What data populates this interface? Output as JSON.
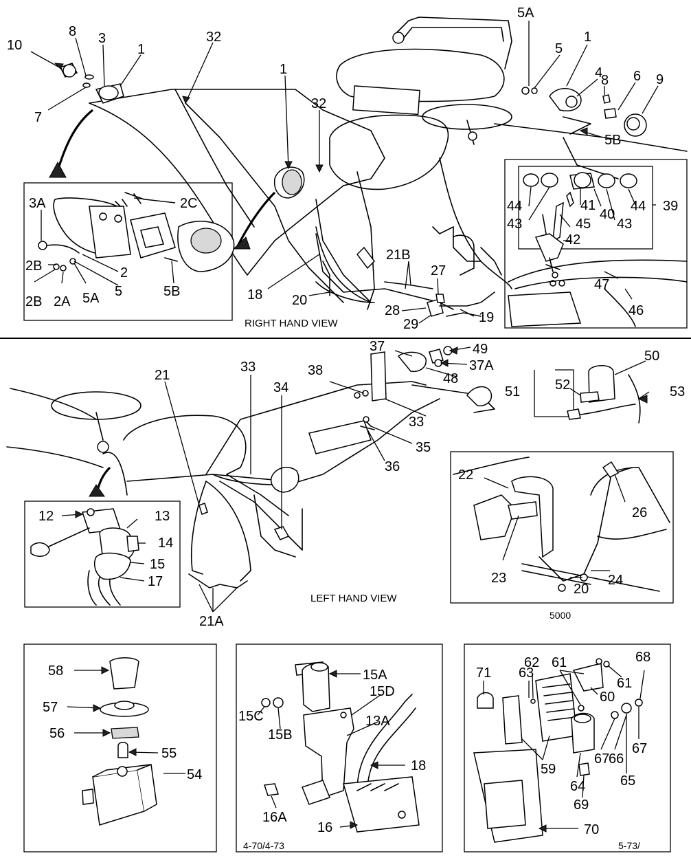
{
  "captions": {
    "right_hand_view": "RIGHT HAND VIEW",
    "left_hand_view": "LEFT HAND VIEW",
    "model_code": "5000",
    "date_box_16": "4-70/4-73",
    "date_box_70": "5-73/"
  },
  "callouts": [
    {
      "id": "c-10",
      "text": "10"
    },
    {
      "id": "c-8a",
      "text": "8"
    },
    {
      "id": "c-3",
      "text": "3"
    },
    {
      "id": "c-1a",
      "text": "1"
    },
    {
      "id": "c-32a",
      "text": "32"
    },
    {
      "id": "c-7",
      "text": "7"
    },
    {
      "id": "c-1b",
      "text": "1"
    },
    {
      "id": "c-32b",
      "text": "32"
    },
    {
      "id": "c-5a-top",
      "text": "5A"
    },
    {
      "id": "c-5-top",
      "text": "5"
    },
    {
      "id": "c-1c",
      "text": "1"
    },
    {
      "id": "c-4",
      "text": "4"
    },
    {
      "id": "c-8b",
      "text": "8"
    },
    {
      "id": "c-6",
      "text": "6"
    },
    {
      "id": "c-9",
      "text": "9"
    },
    {
      "id": "c-5b-top",
      "text": "5B"
    },
    {
      "id": "c-3a",
      "text": "3A"
    },
    {
      "id": "c-2c",
      "text": "2C"
    },
    {
      "id": "c-2b-1",
      "text": "2B"
    },
    {
      "id": "c-2",
      "text": "2"
    },
    {
      "id": "c-2b-2",
      "text": "2B"
    },
    {
      "id": "c-2a",
      "text": "2A"
    },
    {
      "id": "c-5a-inset",
      "text": "5A"
    },
    {
      "id": "c-5-inset",
      "text": "5"
    },
    {
      "id": "c-5b-inset",
      "text": "5B"
    },
    {
      "id": "c-18a",
      "text": "18"
    },
    {
      "id": "c-20a",
      "text": "20"
    },
    {
      "id": "c-21b",
      "text": "21B"
    },
    {
      "id": "c-27",
      "text": "27"
    },
    {
      "id": "c-28",
      "text": "28"
    },
    {
      "id": "c-29",
      "text": "29"
    },
    {
      "id": "c-19",
      "text": "19"
    },
    {
      "id": "c-44a",
      "text": "44"
    },
    {
      "id": "c-43a",
      "text": "43"
    },
    {
      "id": "c-41",
      "text": "41"
    },
    {
      "id": "c-45",
      "text": "45"
    },
    {
      "id": "c-40",
      "text": "40"
    },
    {
      "id": "c-43b",
      "text": "43"
    },
    {
      "id": "c-44b",
      "text": "44"
    },
    {
      "id": "c-39",
      "text": "39"
    },
    {
      "id": "c-42",
      "text": "42"
    },
    {
      "id": "c-47",
      "text": "47"
    },
    {
      "id": "c-46",
      "text": "46"
    },
    {
      "id": "c-37",
      "text": "37"
    },
    {
      "id": "c-49",
      "text": "49"
    },
    {
      "id": "c-37a",
      "text": "37A"
    },
    {
      "id": "c-48",
      "text": "48"
    },
    {
      "id": "c-38",
      "text": "38"
    },
    {
      "id": "c-21",
      "text": "21"
    },
    {
      "id": "c-33a",
      "text": "33"
    },
    {
      "id": "c-34",
      "text": "34"
    },
    {
      "id": "c-33b",
      "text": "33"
    },
    {
      "id": "c-35",
      "text": "35"
    },
    {
      "id": "c-36",
      "text": "36"
    },
    {
      "id": "c-50",
      "text": "50"
    },
    {
      "id": "c-51",
      "text": "51"
    },
    {
      "id": "c-52",
      "text": "52"
    },
    {
      "id": "c-53",
      "text": "53"
    },
    {
      "id": "c-22",
      "text": "22"
    },
    {
      "id": "c-26",
      "text": "26"
    },
    {
      "id": "c-23",
      "text": "23"
    },
    {
      "id": "c-20b",
      "text": "20"
    },
    {
      "id": "c-24",
      "text": "24"
    },
    {
      "id": "c-12",
      "text": "12"
    },
    {
      "id": "c-13",
      "text": "13"
    },
    {
      "id": "c-14",
      "text": "14"
    },
    {
      "id": "c-15",
      "text": "15"
    },
    {
      "id": "c-17",
      "text": "17"
    },
    {
      "id": "c-21a",
      "text": "21A"
    },
    {
      "id": "c-58",
      "text": "58"
    },
    {
      "id": "c-57",
      "text": "57"
    },
    {
      "id": "c-56",
      "text": "56"
    },
    {
      "id": "c-55",
      "text": "55"
    },
    {
      "id": "c-54",
      "text": "54"
    },
    {
      "id": "c-15a",
      "text": "15A"
    },
    {
      "id": "c-15d",
      "text": "15D"
    },
    {
      "id": "c-15c",
      "text": "15C"
    },
    {
      "id": "c-15b",
      "text": "15B"
    },
    {
      "id": "c-13a",
      "text": "13A"
    },
    {
      "id": "c-18b",
      "text": "18"
    },
    {
      "id": "c-16a",
      "text": "16A"
    },
    {
      "id": "c-16",
      "text": "16"
    },
    {
      "id": "c-71",
      "text": "71"
    },
    {
      "id": "c-63",
      "text": "63"
    },
    {
      "id": "c-62",
      "text": "62"
    },
    {
      "id": "c-61a",
      "text": "61"
    },
    {
      "id": "c-68",
      "text": "68"
    },
    {
      "id": "c-61b",
      "text": "61"
    },
    {
      "id": "c-60",
      "text": "60"
    },
    {
      "id": "c-59",
      "text": "59"
    },
    {
      "id": "c-67a",
      "text": "67"
    },
    {
      "id": "c-66",
      "text": "66"
    },
    {
      "id": "c-67b",
      "text": "67"
    },
    {
      "id": "c-64",
      "text": "64"
    },
    {
      "id": "c-65",
      "text": "65"
    },
    {
      "id": "c-69",
      "text": "69"
    },
    {
      "id": "c-70",
      "text": "70"
    }
  ]
}
